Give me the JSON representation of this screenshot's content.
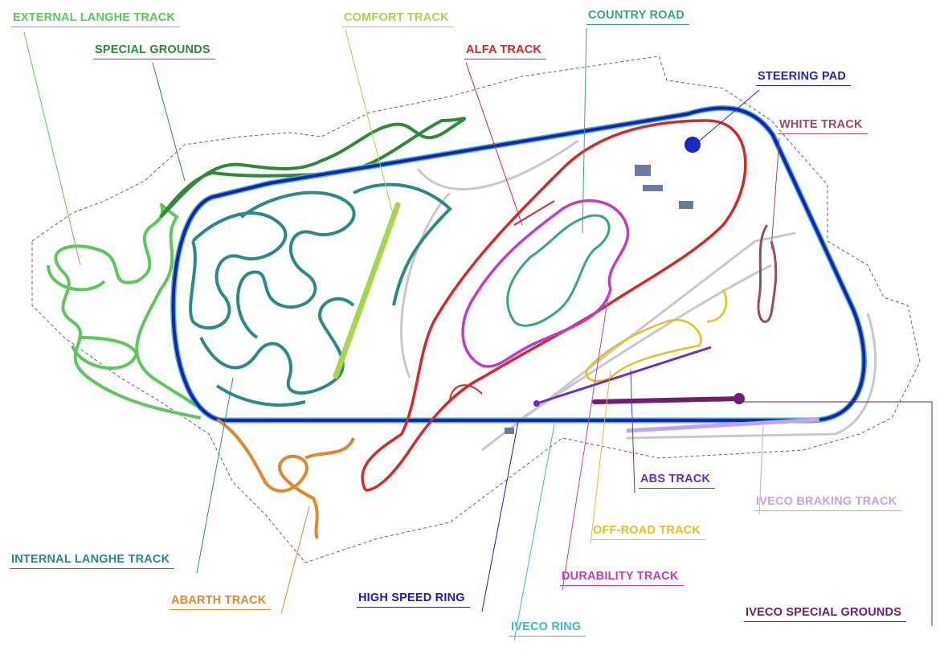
{
  "title": "Proving ground track map",
  "labels": {
    "external_langhe": {
      "text": "EXTERNAL LANGHE TRACK",
      "color": "#5cc85a"
    },
    "special_grounds": {
      "text": "SPECIAL GROUNDS",
      "color": "#2d8a38"
    },
    "comfort": {
      "text": "COMFORT TRACK",
      "color": "#a6d64a"
    },
    "country_road": {
      "text": "COUNTRY ROAD",
      "color": "#35a878"
    },
    "alfa": {
      "text": "ALFA TRACK",
      "color": "#d42a2a"
    },
    "steering_pad": {
      "text": "STEERING PAD",
      "color": "#1b28c8"
    },
    "white": {
      "text": "WHITE TRACK",
      "color": "#9c4a66"
    },
    "internal_langhe": {
      "text": "INTERNAL LANGHE TRACK",
      "color": "#2a8a88"
    },
    "abarth": {
      "text": "ABARTH TRACK",
      "color": "#e0872e"
    },
    "high_speed_ring": {
      "text": "HIGH SPEED RING",
      "color": "#1e1eb0"
    },
    "iveco_ring": {
      "text": "IVECO RING",
      "color": "#3eb8da"
    },
    "abs": {
      "text": "ABS TRACK",
      "color": "#6e2ec0"
    },
    "off_road": {
      "text": "OFF-ROAD TRACK",
      "color": "#e6be1e"
    },
    "durability": {
      "text": "DURABILITY TRACK",
      "color": "#c23cc4"
    },
    "iveco_braking": {
      "text": "IVECO BRAKING TRACK",
      "color": "#c4a2ea"
    },
    "iveco_special_grounds": {
      "text": "IVECO SPECIAL GROUNDS",
      "color": "#6e1e70"
    }
  }
}
